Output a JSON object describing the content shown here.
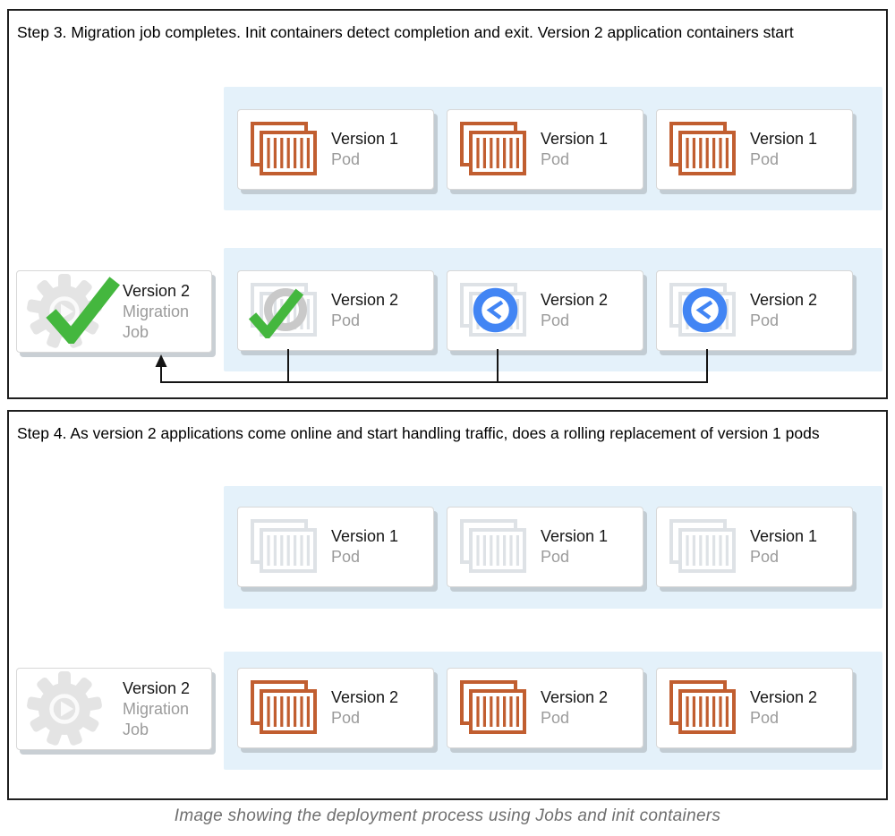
{
  "caption": "Image showing the deployment process using Jobs and init containers",
  "colors": {
    "container_orange": "#C15E30",
    "container_faded": "#DEE2E6",
    "check_green": "#44B73E",
    "clock_blue": "#4285F4",
    "ring_gray": "#C9C9C9",
    "gear_gray": "#E4E4E4",
    "gear_emblem": "#FAFAFA",
    "band_blue": "#E4F1FA",
    "line_black": "#141414"
  },
  "panels": [
    {
      "title": "Step 3. Migration job completes. Init containers detect completion and exit. Version 2 application containers start",
      "job": {
        "title": "Version 2",
        "subtitle": "Migration Job",
        "icon": "gear-check-icon"
      },
      "rows": [
        {
          "pods": [
            {
              "title": "Version 1",
              "subtitle": "Pod",
              "icon": "containers-icon"
            },
            {
              "title": "Version 1",
              "subtitle": "Pod",
              "icon": "containers-icon"
            },
            {
              "title": "Version 1",
              "subtitle": "Pod",
              "icon": "containers-icon"
            }
          ]
        },
        {
          "pods": [
            {
              "title": "Version 2",
              "subtitle": "Pod",
              "icon": "containers-check-icon"
            },
            {
              "title": "Version 2",
              "subtitle": "Pod",
              "icon": "containers-waiting-icon"
            },
            {
              "title": "Version 2",
              "subtitle": "Pod",
              "icon": "containers-waiting-icon"
            }
          ]
        }
      ]
    },
    {
      "title": "Step 4. As version 2 applications come online and start handling traffic, does a rolling replacement of version 1 pods",
      "job": {
        "title": "Version 2",
        "subtitle": "Migration Job",
        "icon": "gear-icon"
      },
      "rows": [
        {
          "pods": [
            {
              "title": "Version 1",
              "subtitle": "Pod",
              "icon": "containers-faded-icon"
            },
            {
              "title": "Version 1",
              "subtitle": "Pod",
              "icon": "containers-faded-icon"
            },
            {
              "title": "Version 1",
              "subtitle": "Pod",
              "icon": "containers-faded-icon"
            }
          ]
        },
        {
          "pods": [
            {
              "title": "Version 2",
              "subtitle": "Pod",
              "icon": "containers-icon"
            },
            {
              "title": "Version 2",
              "subtitle": "Pod",
              "icon": "containers-icon"
            },
            {
              "title": "Version 2",
              "subtitle": "Pod",
              "icon": "containers-icon"
            }
          ]
        }
      ]
    }
  ]
}
